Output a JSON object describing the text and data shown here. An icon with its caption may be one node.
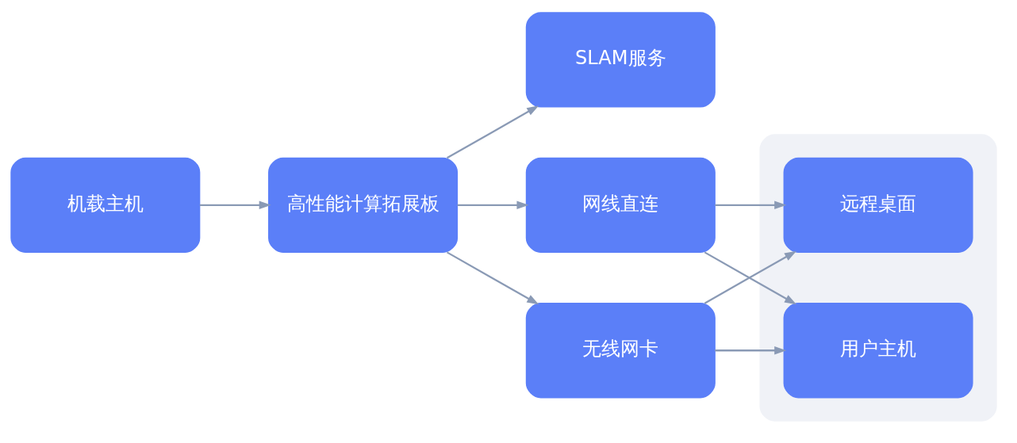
{
  "diagram": {
    "nodes": [
      {
        "text": [
          "机载主机"
        ]
      },
      {
        "text": [
          "高性能计算拓展板"
        ]
      },
      {
        "text": [
          "SLAM服务"
        ]
      },
      {
        "text": [
          "网线直连"
        ]
      },
      {
        "text": [
          "无线网卡"
        ]
      },
      {
        "text": [],
        "shape": "box"
      },
      {
        "text": [
          "远程桌面"
        ],
        "in": 5
      },
      {
        "text": [
          "用户主机"
        ],
        "in": 5
      }
    ],
    "edges": [
      {
        "from": 0,
        "to": 1,
        "arrow": "to"
      },
      {
        "from": 1,
        "to": 2,
        "arrow": "to"
      },
      {
        "from": 1,
        "to": 3,
        "arrow": "to"
      },
      {
        "from": 1,
        "to": 4,
        "arrow": "to"
      },
      {
        "from": 3,
        "to": 6,
        "arrow": "to"
      },
      {
        "from": 3,
        "to": 7,
        "arrow": "to"
      },
      {
        "from": 4,
        "to": 6,
        "arrow": "to"
      },
      {
        "from": 4,
        "to": 7,
        "arrow": "to"
      }
    ]
  }
}
